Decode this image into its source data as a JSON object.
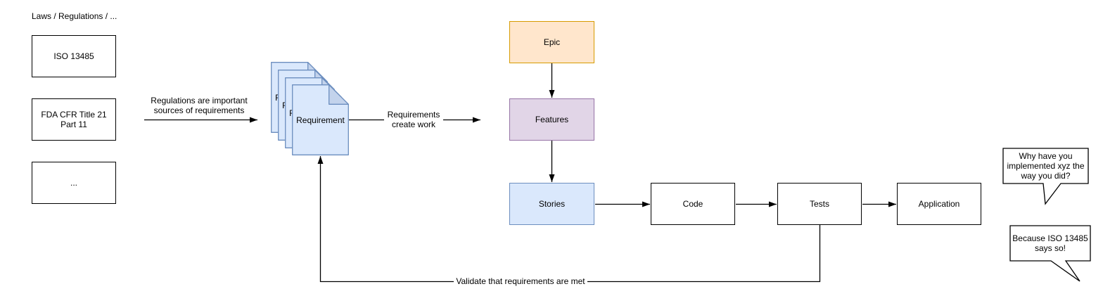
{
  "diagram": {
    "laws_title": "Laws / Regulations / ...",
    "law_boxes": [
      "ISO 13485",
      "FDA CFR Title 21\nPart 11",
      "..."
    ],
    "document_label": "Requirement",
    "flow_nodes": {
      "epic": "Epic",
      "features": "Features",
      "stories": "Stories",
      "code": "Code",
      "tests": "Tests",
      "application": "Application"
    },
    "edge_labels": {
      "sources": "Regulations are important\nsources of requirements",
      "create_work": "Requirements\ncreate work",
      "validate": "Validate that requirements are met"
    },
    "bubbles": {
      "question": "Why have you\nimplemented xyz the\nway you did?",
      "answer": "Because ISO 13485\nsays so!"
    },
    "colors": {
      "blue_fill": "#dae8fc",
      "blue_stroke": "#6c8ebf",
      "blue_fold": "#c3d3ec",
      "orange_fill": "#ffe6cc",
      "orange_stroke": "#d79b00",
      "purple_fill": "#e1d5e7",
      "purple_stroke": "#9673a6",
      "line_color": "#000000",
      "white_fill": "#ffffff"
    }
  }
}
